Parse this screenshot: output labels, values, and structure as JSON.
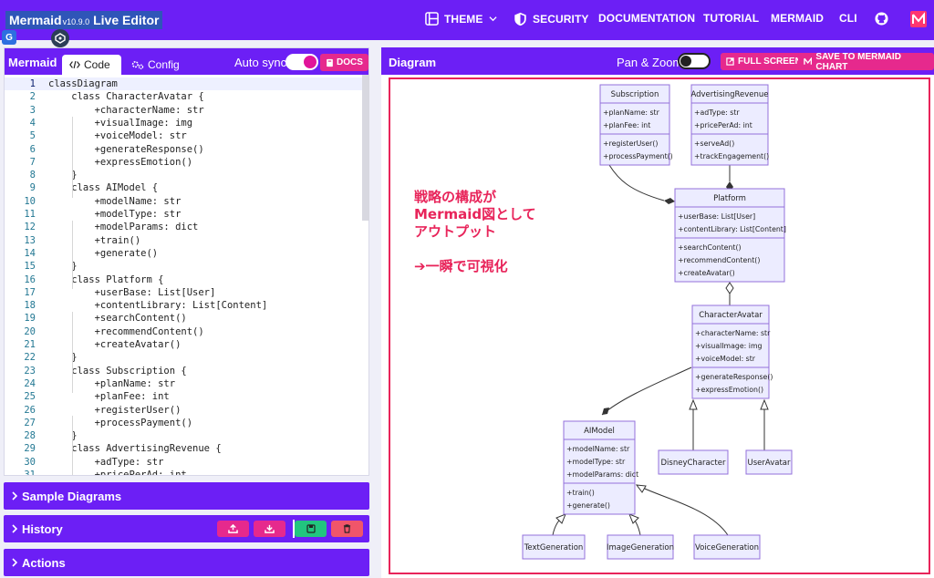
{
  "navbar": {
    "brand": "Mermaid",
    "version": "v10.9.0",
    "subtitle": "Live Editor",
    "items": [
      {
        "name": "theme",
        "label": "THEME",
        "icon": "theme-icon"
      },
      {
        "name": "security",
        "label": "SECURITY",
        "icon": "shield-icon"
      },
      {
        "name": "documentation",
        "label": "DOCUMENTATION"
      },
      {
        "name": "tutorial",
        "label": "TUTORIAL"
      },
      {
        "name": "mermaid",
        "label": "MERMAID"
      },
      {
        "name": "cli",
        "label": "CLI"
      }
    ]
  },
  "editor": {
    "title": "Mermaid",
    "tabs": [
      {
        "label": "Code",
        "icon": "code-icon",
        "active": true
      },
      {
        "label": "Config",
        "icon": "gears-icon",
        "active": false
      }
    ],
    "auto_sync_label": "Auto sync",
    "auto_sync_on": true,
    "docs_label": "DOCS",
    "lines": [
      "classDiagram",
      "    class CharacterAvatar {",
      "        +characterName: str",
      "        +visualImage: img",
      "        +voiceModel: str",
      "        +generateResponse()",
      "        +expressEmotion()",
      "    }",
      "    class AIModel {",
      "        +modelName: str",
      "        +modelType: str",
      "        +modelParams: dict",
      "        +train()",
      "        +generate()",
      "    }",
      "    class Platform {",
      "        +userBase: List[User]",
      "        +contentLibrary: List[Content]",
      "        +searchContent()",
      "        +recommendContent()",
      "        +createAvatar()",
      "    }",
      "    class Subscription {",
      "        +planName: str",
      "        +planFee: int",
      "        +registerUser()",
      "        +processPayment()",
      "    }",
      "    class AdvertisingRevenue {",
      "        +adType: str",
      "        +pricePerAd: int"
    ]
  },
  "accordion": {
    "sample_diagrams": "Sample Diagrams",
    "history": "History",
    "actions": "Actions"
  },
  "history_buttons": [
    {
      "name": "upload-button",
      "icon": "upload-icon",
      "color": "#e6298d"
    },
    {
      "name": "download-button",
      "icon": "download-icon",
      "color": "#e6298d"
    },
    {
      "name": "save-button",
      "icon": "save-icon",
      "color": "#22c57f"
    },
    {
      "name": "delete-button",
      "icon": "trash-icon",
      "color": "#f0556a"
    }
  ],
  "diagram": {
    "title": "Diagram",
    "pan_zoom_label": "Pan & Zoom",
    "pan_zoom_on": false,
    "full_screen_label": "FULL SCREEN",
    "save_label": "SAVE TO MERMAID CHART",
    "note_lines": [
      "戦略の構成が",
      "Mermaid図として",
      "アウトプット",
      "",
      "➔一瞬で可視化"
    ],
    "classes": {
      "subscription": {
        "name": "Subscription",
        "attrs": [
          "+planName: str",
          "+planFee: int"
        ],
        "methods": [
          "+registerUser()",
          "+processPayment()"
        ]
      },
      "advertising": {
        "name": "AdvertisingRevenue",
        "attrs": [
          "+adType: str",
          "+pricePerAd: int"
        ],
        "methods": [
          "+serveAd()",
          "+trackEngagement()"
        ]
      },
      "platform": {
        "name": "Platform",
        "attrs": [
          "+userBase: List[User]",
          "+contentLibrary: List[Content]"
        ],
        "methods": [
          "+searchContent()",
          "+recommendContent()",
          "+createAvatar()"
        ]
      },
      "character": {
        "name": "CharacterAvatar",
        "attrs": [
          "+characterName: str",
          "+visualImage: img",
          "+voiceModel: str"
        ],
        "methods": [
          "+generateResponse()",
          "+expressEmotion()"
        ]
      },
      "aimodel": {
        "name": "AIModel",
        "attrs": [
          "+modelName: str",
          "+modelType: str",
          "+modelParams: dict"
        ],
        "methods": [
          "+train()",
          "+generate()"
        ]
      },
      "disney": {
        "name": "DisneyCharacter",
        "attrs": [],
        "methods": []
      },
      "useravatar": {
        "name": "UserAvatar",
        "attrs": [],
        "methods": []
      },
      "textgen": {
        "name": "TextGeneration",
        "attrs": [],
        "methods": []
      },
      "imagegen": {
        "name": "ImageGeneration",
        "attrs": [],
        "methods": []
      },
      "voicegen": {
        "name": "VoiceGeneration",
        "attrs": [],
        "methods": []
      }
    }
  },
  "colors": {
    "brand": "#6c1ff5",
    "accent": "#e6298d",
    "diagram_border": "#e8245a",
    "class_fill": "#ececff",
    "class_stroke": "#9370db"
  }
}
